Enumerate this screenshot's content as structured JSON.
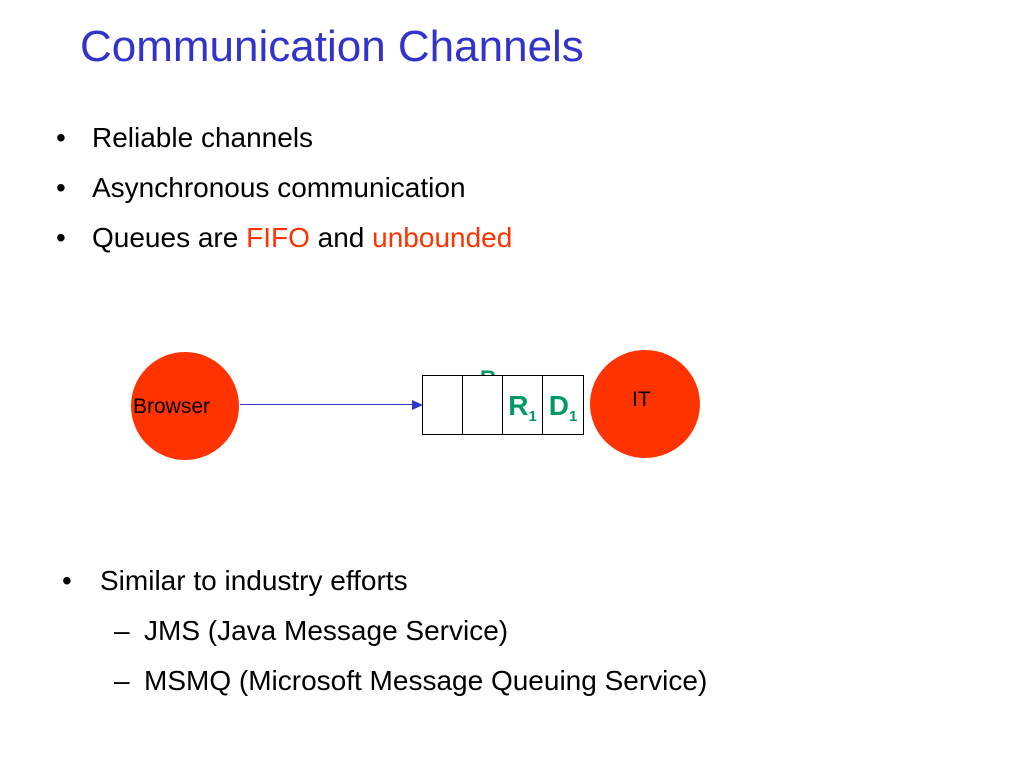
{
  "slide": {
    "title": "Communication Channels",
    "bullets": [
      {
        "text": "Reliable channels"
      },
      {
        "text": "Asynchronous communication"
      },
      {
        "prefix": "Queues are ",
        "highlight1": "FIFO",
        "middle": " and ",
        "highlight2": "unbounded"
      }
    ],
    "bullet_symbol": "•",
    "dash_symbol": "–"
  },
  "diagram": {
    "nodes": {
      "browser": "Browser",
      "it": "IT"
    },
    "queue": {
      "messages": [
        {
          "letter": "R",
          "index": "1"
        },
        {
          "letter": "D",
          "index": "1"
        }
      ],
      "hidden_message": "R"
    },
    "colors": {
      "node": "#ff3300",
      "arrow": "#3333cc",
      "message": "#009966",
      "highlight": "#ff3300",
      "title": "#3333cc"
    }
  },
  "industry": {
    "heading": "Similar to industry efforts",
    "items": [
      "JMS (Java Message Service)",
      "MSMQ (Microsoft Message Queuing Service)"
    ]
  }
}
